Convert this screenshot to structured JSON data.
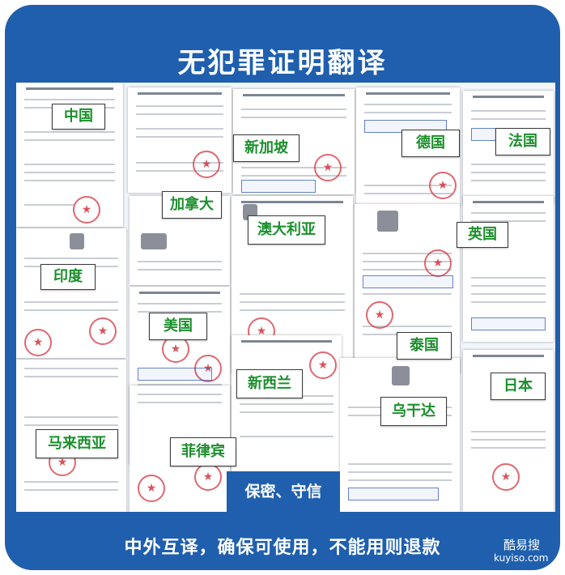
{
  "title": "无犯罪证明翻译",
  "countries": [
    "中国",
    "新加坡",
    "德国",
    "法国",
    "加拿大",
    "澳大利亚",
    "英国",
    "印度",
    "美国",
    "泰国",
    "新西兰",
    "日本",
    "马来西亚",
    "乌干达",
    "菲律宾"
  ],
  "slogan_mid": "保密、守信",
  "bottom_slogan": "中外互译，确保可使用，不能用则退款",
  "watermark": {
    "cn": "酷易搜",
    "en": "kuyiso.com"
  },
  "colors": {
    "background": "#1f5fae",
    "label_text": "#1b8f2c",
    "stamp": "#d63440"
  }
}
